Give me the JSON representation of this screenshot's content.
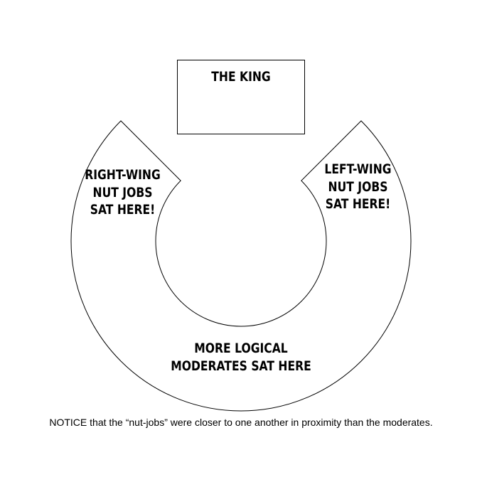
{
  "diagram": {
    "king": {
      "lines": [
        "THE KING"
      ]
    },
    "right_wing": {
      "lines": [
        "RIGHT-WING",
        "NUT JOBS",
        "SAT HERE!"
      ]
    },
    "left_wing": {
      "lines": [
        "LEFT-WING",
        "NUT JOBS",
        "SAT HERE!"
      ]
    },
    "moderates": {
      "lines": [
        "MORE LOGICAL",
        "MODERATES SAT HERE"
      ]
    },
    "note": "NOTICE that the “nut-jobs” were closer to one another in proximity than the moderates.",
    "colors": {
      "stroke": "#000000",
      "fill": "#ffffff",
      "text": "#000000"
    }
  }
}
